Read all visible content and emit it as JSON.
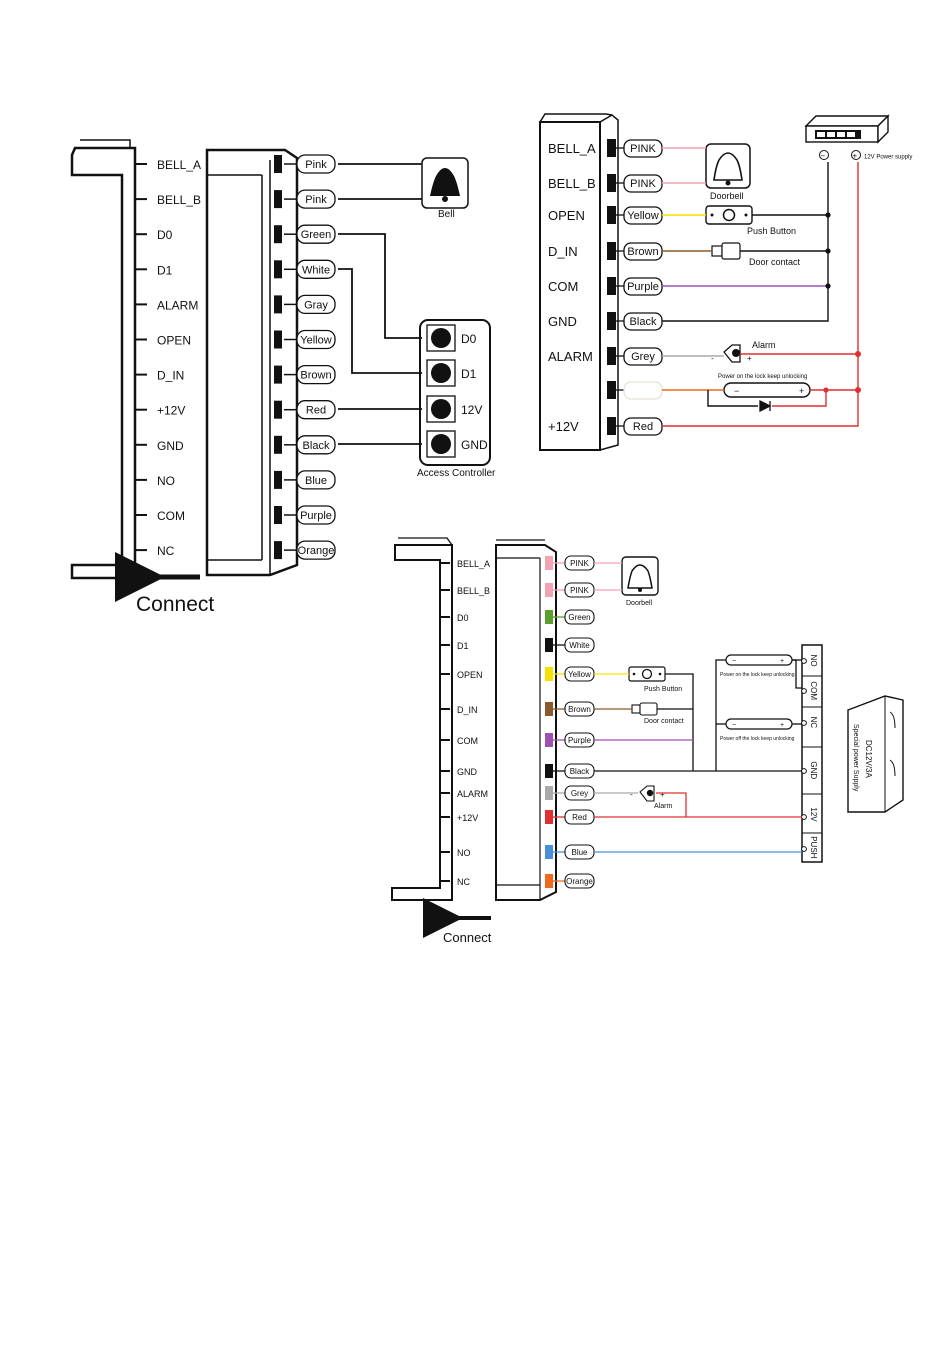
{
  "diagram1": {
    "terminals": [
      "BELL_A",
      "BELL_B",
      "D0",
      "D1",
      "ALARM",
      "OPEN",
      "D_IN",
      "+12V",
      "GND",
      "NO",
      "COM",
      "NC"
    ],
    "wires": [
      "Pink",
      "Pink",
      "Green",
      "White",
      "Gray",
      "Yellow",
      "Brown",
      "Red",
      "Black",
      "Blue",
      "Purple",
      "Orange"
    ],
    "bell_label": "Bell",
    "controller_label": "Access Controller",
    "controller_pins": [
      "D0",
      "D1",
      "12V",
      "GND"
    ],
    "connect_label": "Connect"
  },
  "diagram2": {
    "terminals": [
      "BELL_A",
      "BELL_B",
      "OPEN",
      "D_IN",
      "COM",
      "GND",
      "ALARM",
      "",
      "+12V"
    ],
    "wires": [
      "PINK",
      "PINK",
      "Yellow",
      "Brown",
      "Purple",
      "Black",
      "Grey",
      "",
      "Red"
    ],
    "doorbell_label": "Doorbell",
    "push_button_label": "Push Button",
    "door_contact_label": "Door contact",
    "alarm_label": "Alarm",
    "lock_label": "Power on the lock keep unlocking",
    "psu_minus": "−",
    "psu_plus": "+",
    "psu_label": "12V Power supply",
    "lock_minus": "−",
    "lock_plus": "+"
  },
  "diagram3": {
    "terminals": [
      "BELL_A",
      "BELL_B",
      "D0",
      "D1",
      "OPEN",
      "D_IN",
      "COM",
      "GND",
      "ALARM",
      "+12V",
      "NO",
      "NC"
    ],
    "wires": [
      "PINK",
      "PINK",
      "Green",
      "White",
      "Yellow",
      "Brown",
      "Purple",
      "Black",
      "Grey",
      "Red",
      "Blue",
      "Orange"
    ],
    "doorbell_label": "Doorbell",
    "push_button_label": "Push Button",
    "door_contact_label": "Door contact",
    "alarm_label": "Alarm",
    "lock1_label": "Power on the lock keep unlocking",
    "lock2_label": "Power off the lock keep unlocking",
    "lock_minus": "−",
    "lock_plus": "+",
    "supply_terminals": [
      "NO",
      "COM",
      "NC",
      "GND",
      "12V",
      "PUSH"
    ],
    "supply_label_1": "DC12V/3A",
    "supply_label_2": "Special power Supply",
    "connect_label": "Connect"
  },
  "colors": {
    "pink": "#f2a2b2",
    "yellow": "#f5e200",
    "brown": "#8b5a2b",
    "purple": "#a050b0",
    "grey": "#aaaaaa",
    "red": "#e03030",
    "green": "#5aa02c",
    "blue": "#4a90d9",
    "orange": "#ee6a1c",
    "black": "#111111"
  }
}
